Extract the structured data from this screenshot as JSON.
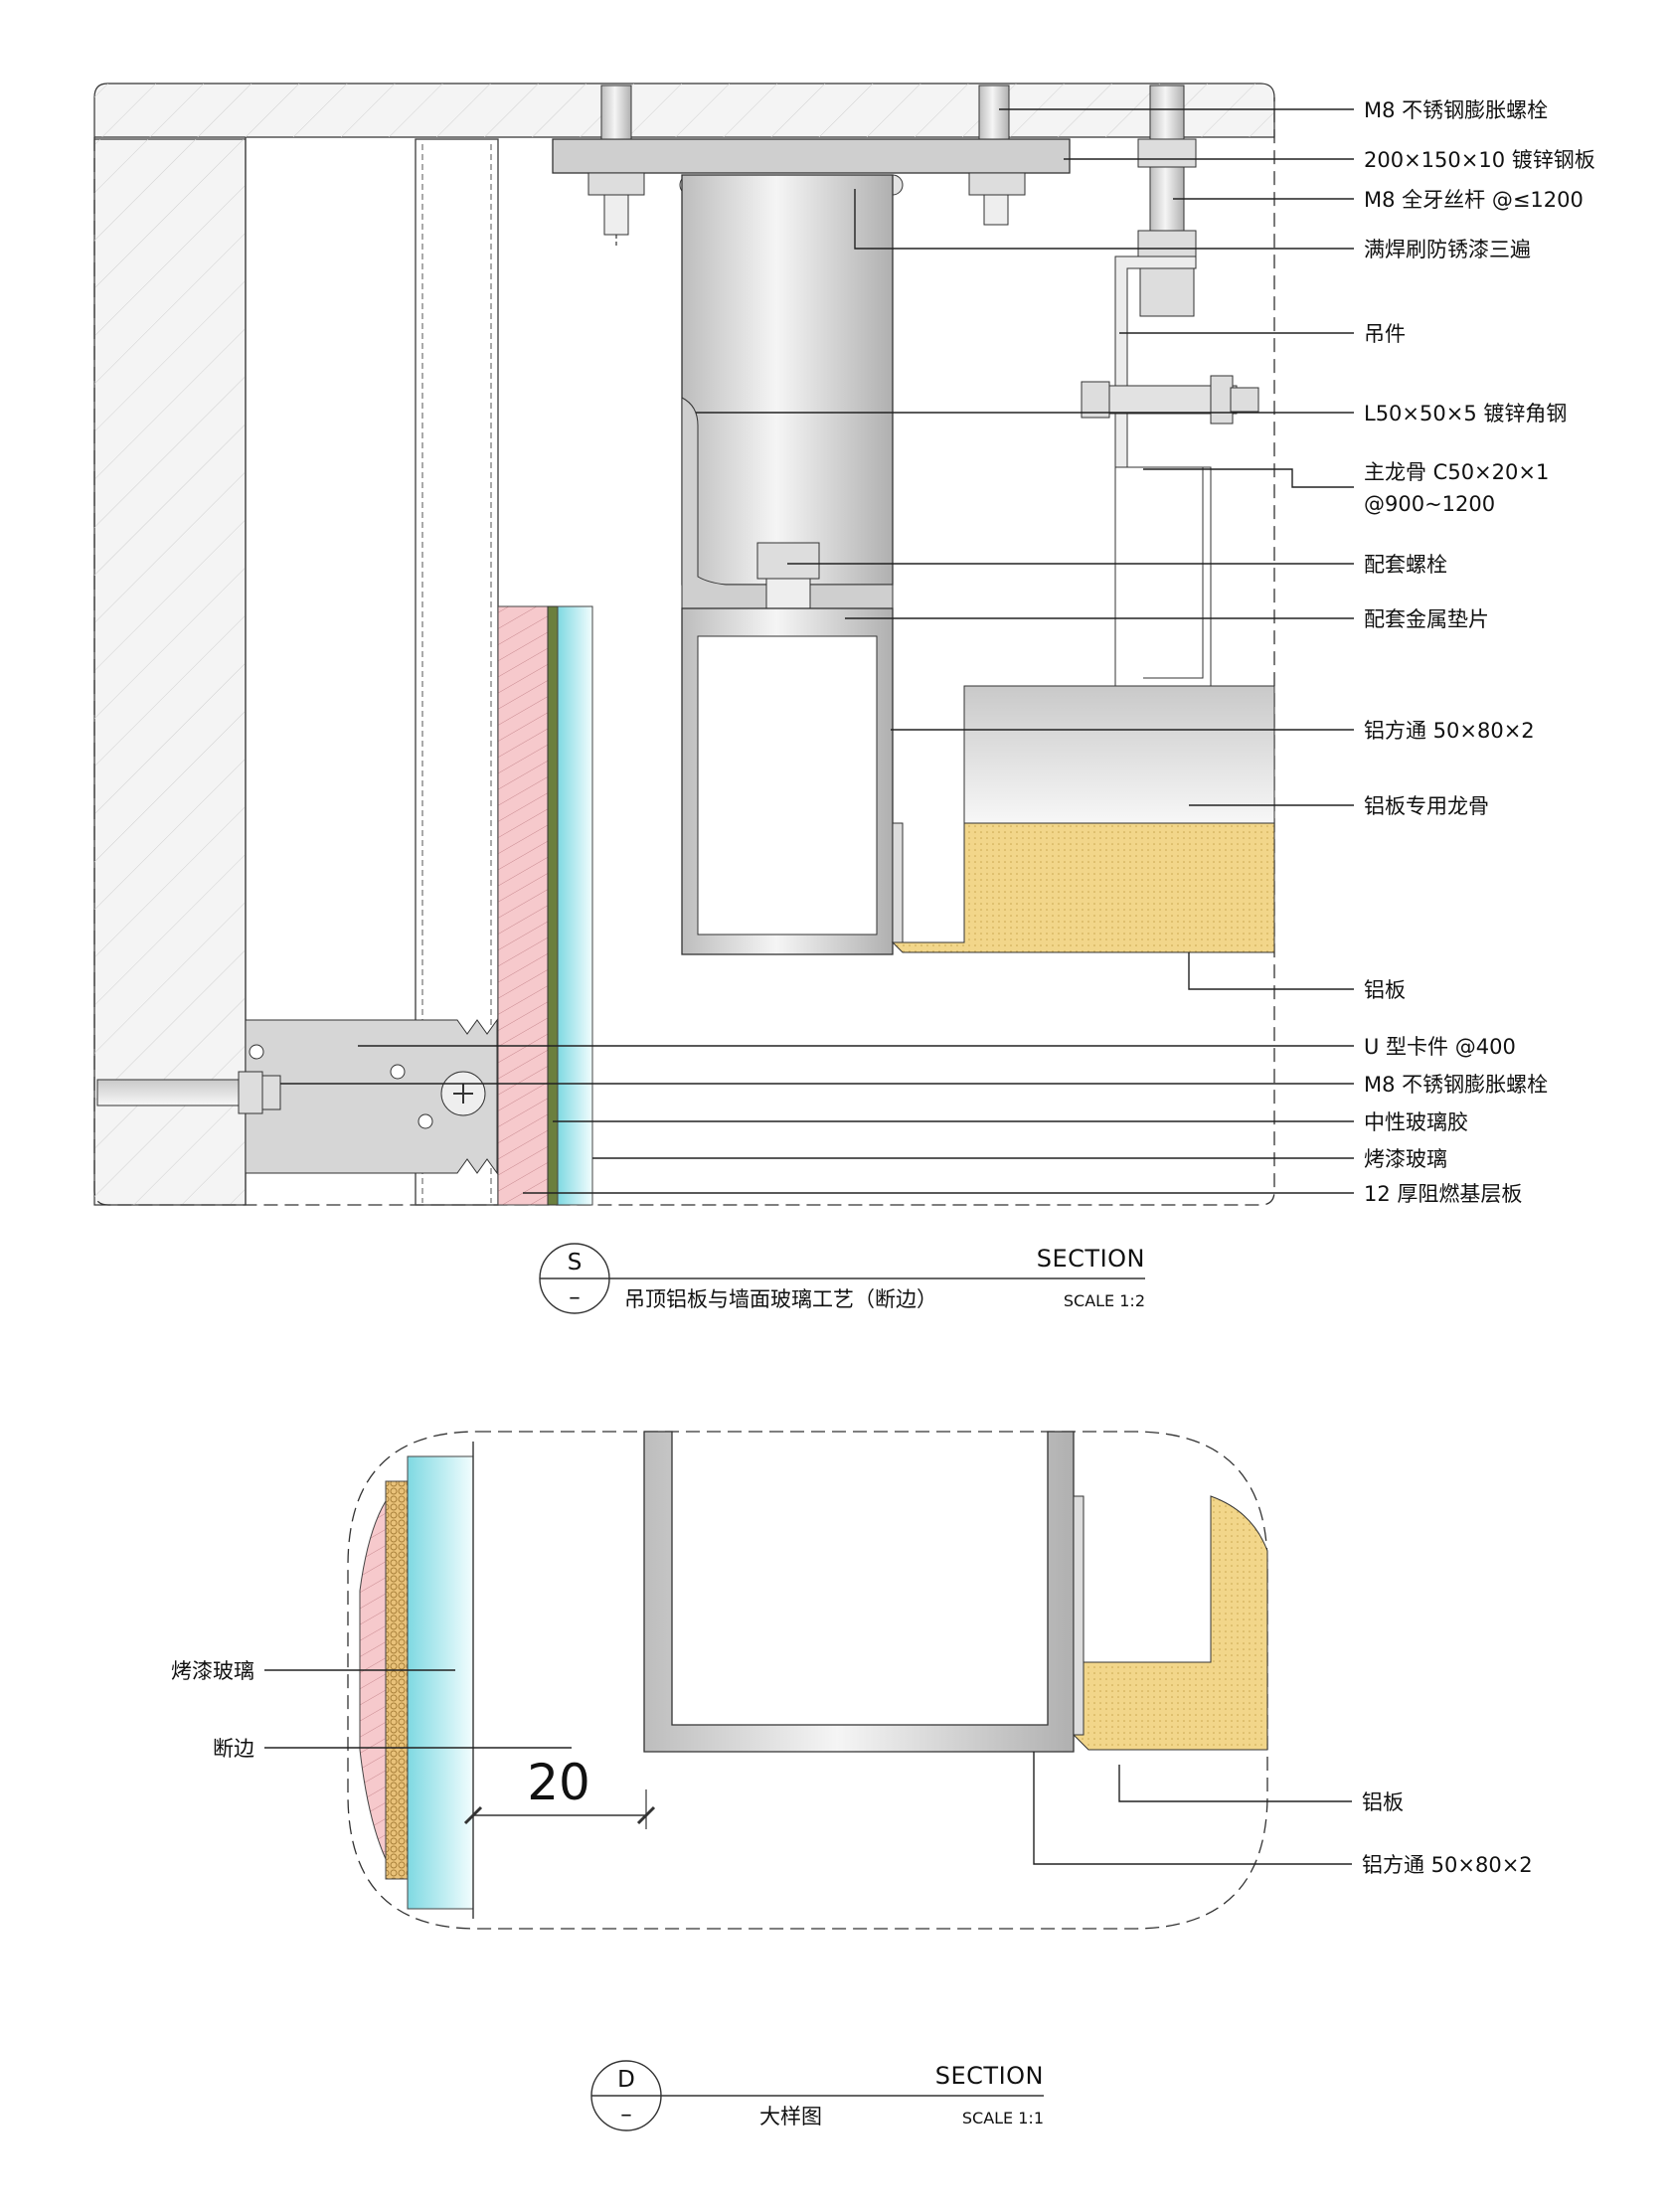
{
  "section_s": {
    "symbol_top": "S",
    "symbol_bottom": "–",
    "title": "吊顶铝板与墙面玻璃工艺（断边）",
    "section_word": "SECTION",
    "scale": "SCALE 1:2",
    "labels": [
      "M8 不锈钢膨胀螺栓",
      "200×150×10 镀锌钢板",
      "M8 全牙丝杆 @≤1200",
      "满焊刷防锈漆三遍",
      "吊件",
      "L50×50×5 镀锌角钢",
      "主龙骨 C50×20×1",
      "@900~1200",
      "配套螺栓",
      "配套金属垫片",
      "铝方通 50×80×2",
      "铝板专用龙骨",
      "铝板",
      "U 型卡件 @400",
      "M8 不锈钢膨胀螺栓",
      "中性玻璃胶",
      "烤漆玻璃",
      "12 厚阻燃基层板"
    ]
  },
  "section_d": {
    "symbol_top": "D",
    "symbol_bottom": "–",
    "title": "大样图",
    "section_word": "SECTION",
    "scale": "SCALE 1:1",
    "labels_left": [
      "烤漆玻璃",
      "断边"
    ],
    "labels_right": [
      "铝板",
      "铝方通 50×80×2"
    ],
    "dimension": "20"
  },
  "colors": {
    "laminate_pink": "#f6c9cc",
    "glass_cyan": "#a8e8ee",
    "insulation_yellow": "#f2d68a",
    "metal_grey": "#d9d9d9",
    "concrete_fill": "#f4f4f4"
  }
}
